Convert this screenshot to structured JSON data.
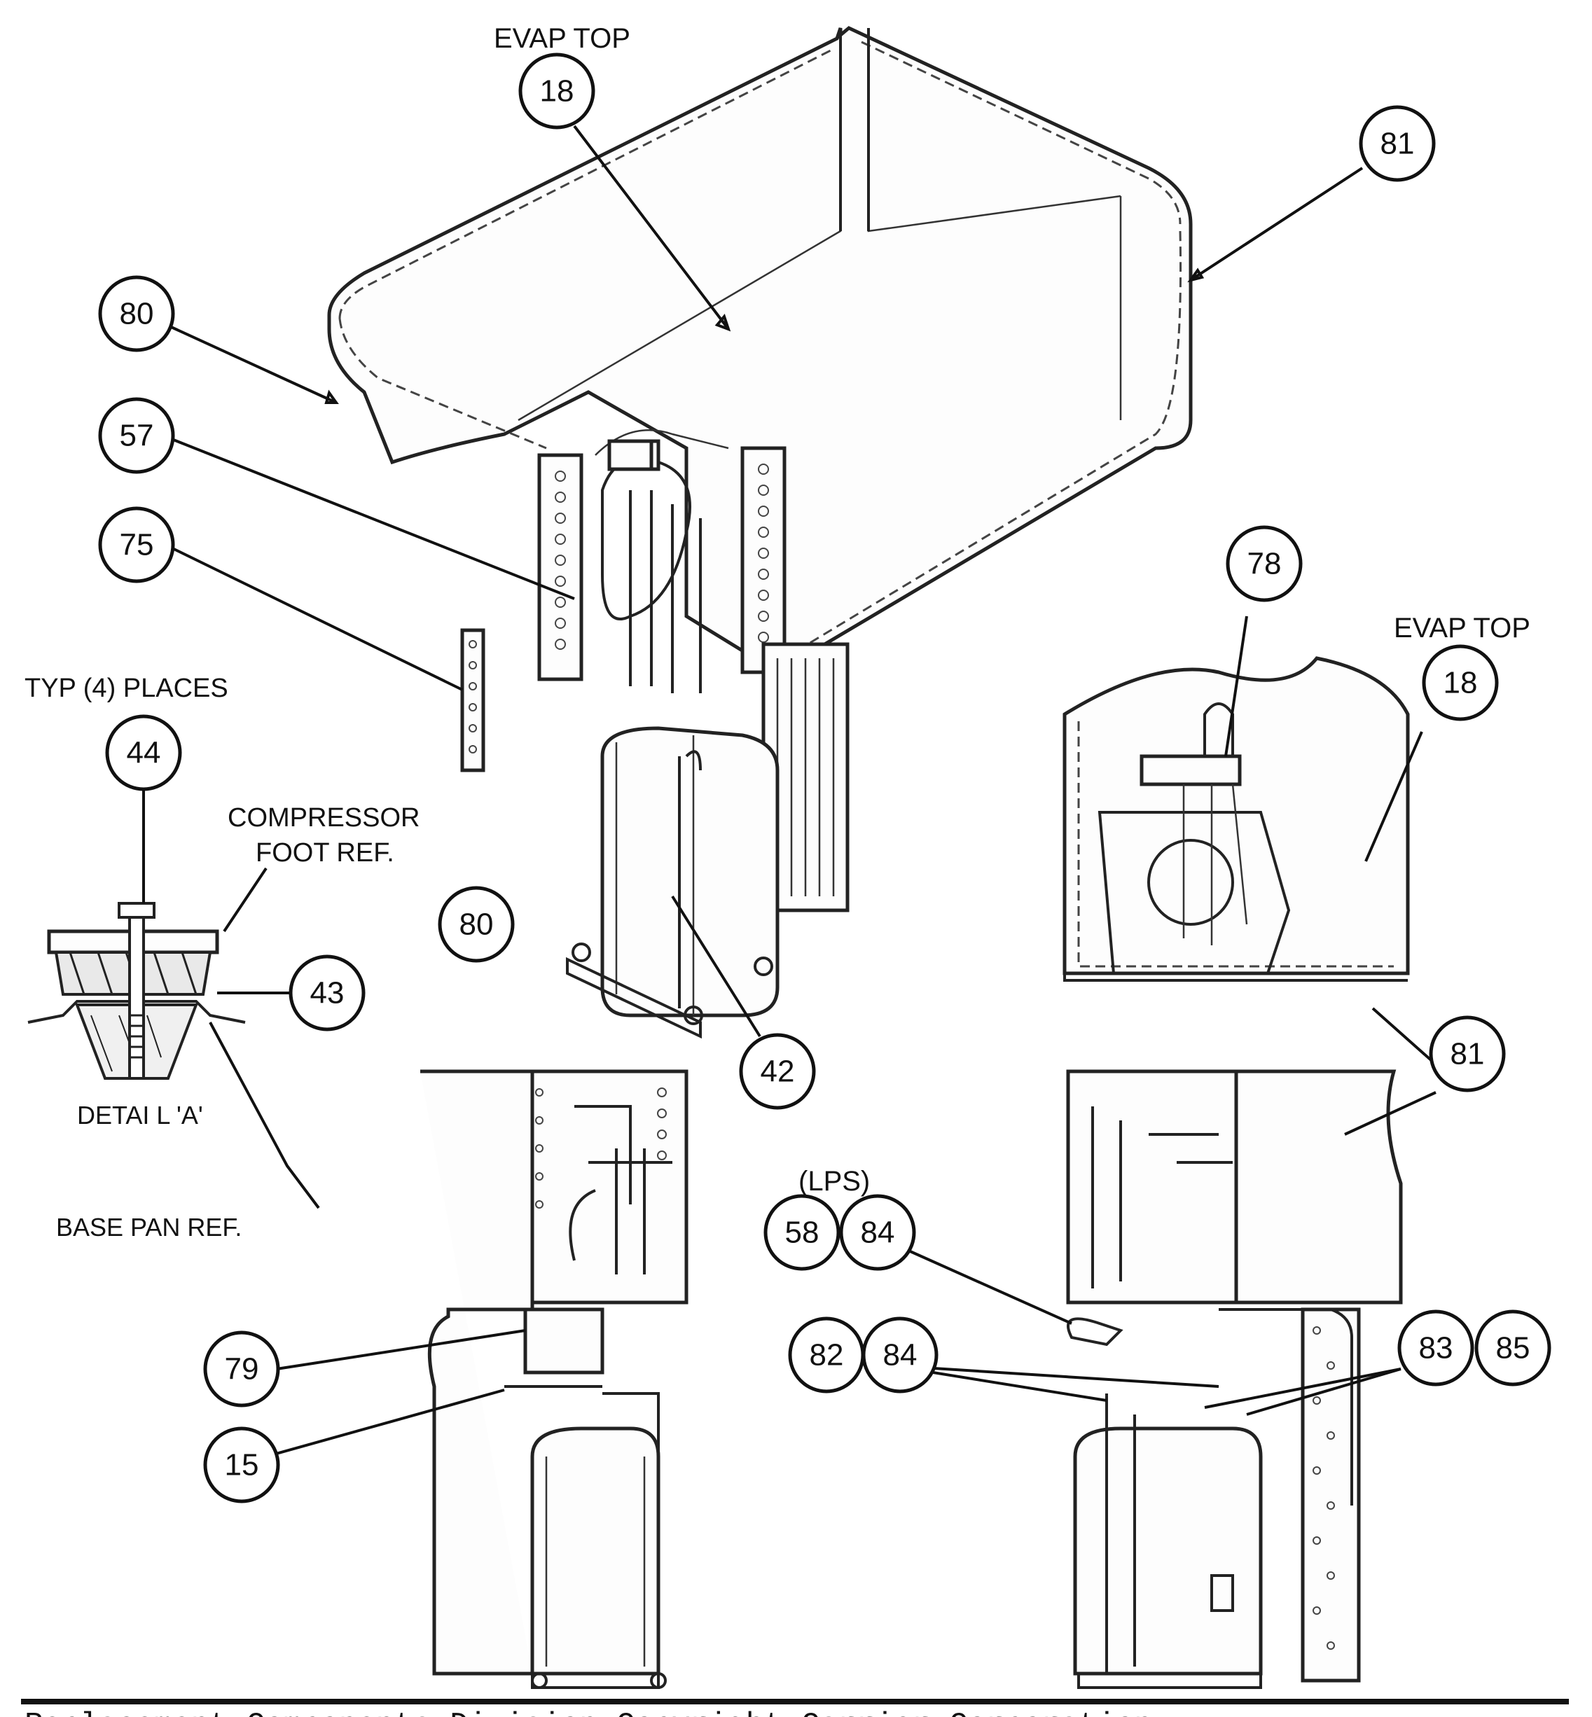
{
  "labels": {
    "evap_top_upper": "EVAP TOP",
    "evap_top_right": "EVAP TOP",
    "typ_places": "TYP (4) PLACES",
    "compressor_foot_1": "COMPRESSOR",
    "compressor_foot_2": "FOOT REF.",
    "detail_a": "DETAI L 'A'",
    "base_pan": "BASE PAN REF.",
    "lps": "(LPS)"
  },
  "callouts": {
    "c18_top": "18",
    "c81_top": "81",
    "c80_top": "80",
    "c57": "57",
    "c75": "75",
    "c78": "78",
    "c18_right": "18",
    "c44": "44",
    "c43": "43",
    "c80_lower": "80",
    "c42": "42",
    "c81_lower": "81",
    "c58": "58",
    "c84_a": "84",
    "c79": "79",
    "c82": "82",
    "c84_b": "84",
    "c83": "83",
    "c85": "85",
    "c15": "15"
  },
  "footer": {
    "text": "Replacement Components Division   Copyright Carrier Corporation"
  }
}
